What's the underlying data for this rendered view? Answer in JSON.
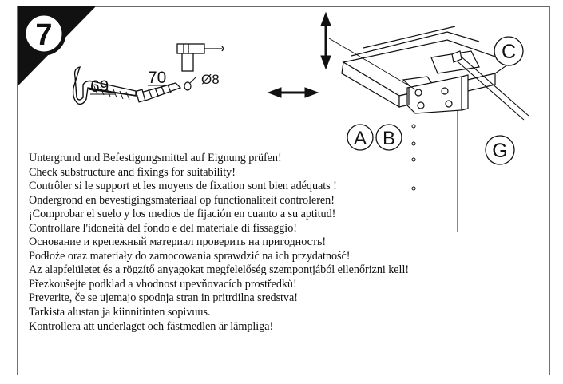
{
  "step": {
    "number": "7"
  },
  "parts": {
    "screw_hook": "69",
    "wall_plug": "70",
    "drill_diameter": "Ø8"
  },
  "callouts": {
    "a": "A",
    "b": "B",
    "c": "C",
    "g": "G"
  },
  "instructions": [
    "Untergrund und Befestigungsmittel auf Eignung prüfen!",
    "Check substructure and fixings for suitability!",
    "Contrôler si le support et les moyens de fixation sont bien adéquats !",
    "Ondergrond en bevestigingsmateriaal op functionaliteit controleren!",
    "¡Comprobar el suelo y los medios de fijación en cuanto a su aptitud!",
    "Controllare l'idoneità del fondo e del materiale di fissaggio!",
    "Основание и крепежный материал проверить на пригодность!",
    "Podłoże oraz materiały do zamocowania sprawdzić na ich przydatność!",
    "Az alapfelületet és a rögzítő anyagokat megfelelőség szempontjából ellenőrizni kell!",
    "Přezkoušejte podklad a vhodnost upevňovacích prostředků!",
    "Preverite, če se ujemajo spodnja stran in pritrdilna sredstva!",
    "Tarkista alustan ja kiinnitinten sopivuus.",
    "Kontrollera att underlaget och fästmedlen är lämpliga!"
  ],
  "colors": {
    "ink": "#111111",
    "paper": "#ffffff"
  }
}
